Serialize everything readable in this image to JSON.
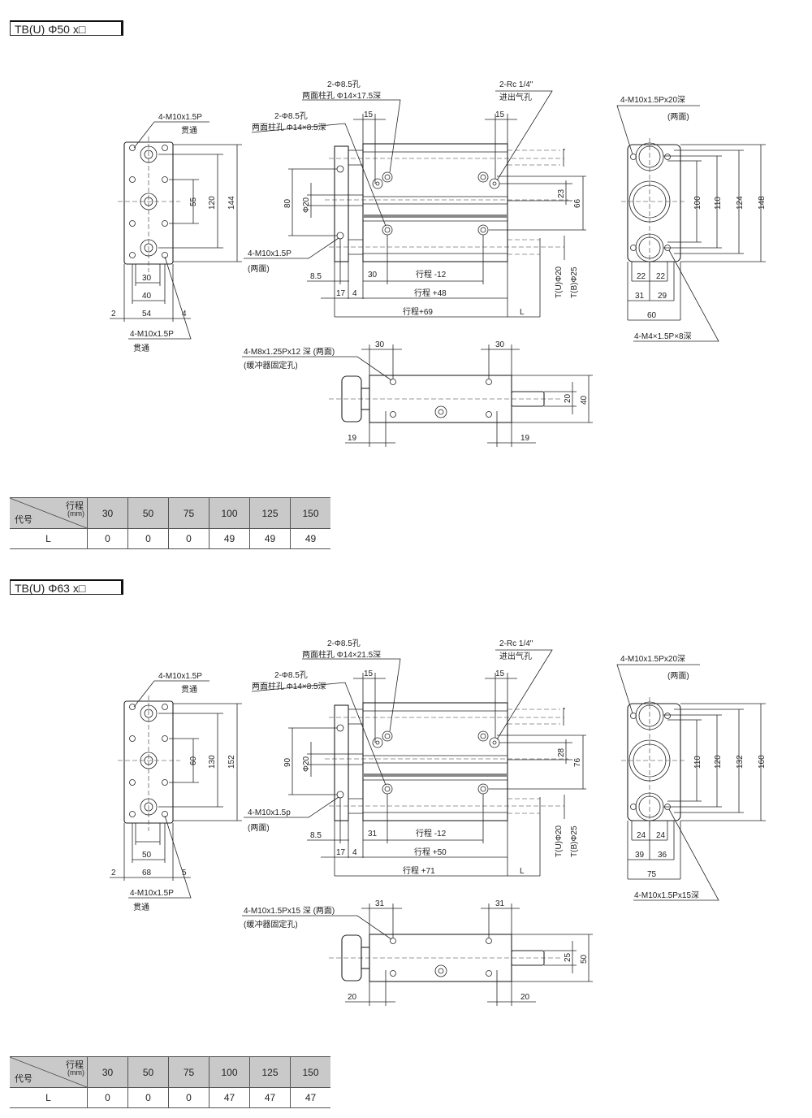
{
  "sections": [
    {
      "title": "TB(U)  Φ50 x□",
      "left_view": {
        "thread_top": "4-M10x1.5P",
        "through_top": "贯通",
        "d55": "55",
        "d120": "120",
        "d144": "144",
        "d30": "30",
        "d40": "40",
        "d2": "2",
        "d54": "54",
        "d4": "4",
        "thread_bottom": "4-M10x1.5P",
        "through_bottom": "贯通"
      },
      "front_view": {
        "hole1": "2-Φ8.5孔",
        "counterbore1": "两面柱孔 Φ14×17.5深",
        "hole2": "2-Φ8.5孔",
        "counterbore2": "两面柱孔 Φ14×8.5深",
        "d15a": "15",
        "d15b": "15",
        "port": "2-Rc 1/4\"",
        "port_desc": "进出气孔",
        "d80": "80",
        "phi20": "Φ20",
        "d23": "23",
        "d66": "66",
        "tap": "4-M10x1.5P",
        "tap_side": "(两面)",
        "d8_5": "8.5",
        "d30": "30",
        "stroke_minus": "行程 -12",
        "d17": "17",
        "d4": "4",
        "stroke_plus_a": "行程 +48",
        "stroke_plus_b": "行程+69",
        "L": "L",
        "tu": "T(U)Φ20",
        "tb": "T(B)Φ25"
      },
      "right_view": {
        "tap": "4-M10x1.5Px20深",
        "tap_side": "(两面)",
        "d100": "100",
        "d110": "110",
        "d124": "124",
        "d148": "148",
        "d22a": "22",
        "d22b": "22",
        "d31": "31",
        "d29": "29",
        "d60": "60",
        "small_tap": "4-M4×1.5P×8深"
      },
      "bottom_view": {
        "tap": "4-M8x1.25Px12 深 (两面)",
        "desc": "(缓冲器固定孔)",
        "d30a": "30",
        "d30b": "30",
        "d20": "20",
        "d40": "40",
        "d19a": "19",
        "d19b": "19"
      },
      "table": {
        "stroke_label": "行程",
        "unit": "(mm)",
        "code_label": "代号",
        "strokes": [
          "30",
          "50",
          "75",
          "100",
          "125",
          "150"
        ],
        "row_label": "L",
        "values": [
          "0",
          "0",
          "0",
          "49",
          "49",
          "49"
        ]
      }
    },
    {
      "title": "TB(U)  Φ63 x□",
      "left_view": {
        "thread_top": "4-M10x1.5P",
        "through_top": "贯通",
        "d55": "60",
        "d120": "130",
        "d144": "152",
        "d30": "",
        "d40": "50",
        "d2": "2",
        "d54": "68",
        "d4": "5",
        "thread_bottom": "4-M10x1.5P",
        "through_bottom": "贯通"
      },
      "front_view": {
        "hole1": "2-Φ8.5孔",
        "counterbore1": "两面柱孔 Φ14×21.5深",
        "hole2": "2-Φ8.5孔",
        "counterbore2": "两面柱孔 Φ14×8.5深",
        "d15a": "15",
        "d15b": "15",
        "port": "2-Rc 1/4\"",
        "port_desc": "进出气孔",
        "d80": "90",
        "phi20": "Φ20",
        "d23": "28",
        "d66": "76",
        "tap": "4-M10x1.5p",
        "tap_side": "(两面)",
        "d8_5": "8.5",
        "d30": "31",
        "stroke_minus": "行程 -12",
        "d17": "17",
        "d4": "4",
        "stroke_plus_a": "行程 +50",
        "stroke_plus_b": "行程 +71",
        "L": "L",
        "tu": "T(U)Φ20",
        "tb": "T(B)Φ25"
      },
      "right_view": {
        "tap": "4-M10x1.5Px20深",
        "tap_side": "(两面)",
        "d100": "110",
        "d110": "120",
        "d124": "132",
        "d148": "160",
        "d22a": "24",
        "d22b": "24",
        "d31": "39",
        "d29": "36",
        "d60": "75",
        "small_tap": "4-M10x1.5Px15深"
      },
      "bottom_view": {
        "tap": "4-M10x1.5Px15 深 (两面)",
        "desc": "(缓冲器固定孔)",
        "d30a": "31",
        "d30b": "31",
        "d20": "25",
        "d40": "50",
        "d19a": "20",
        "d19b": "20"
      },
      "table": {
        "stroke_label": "行程",
        "unit": "(mm)",
        "code_label": "代号",
        "strokes": [
          "30",
          "50",
          "75",
          "100",
          "125",
          "150"
        ],
        "row_label": "L",
        "values": [
          "0",
          "0",
          "0",
          "47",
          "47",
          "47"
        ]
      }
    }
  ]
}
